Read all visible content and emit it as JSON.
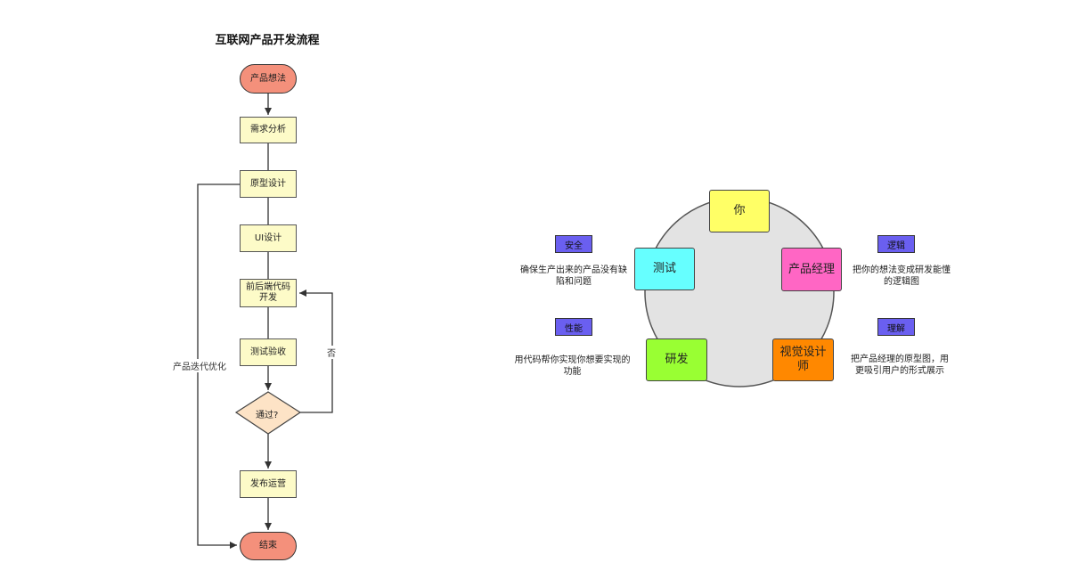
{
  "flowchart": {
    "title": "互联网产品开发流程",
    "nodes": {
      "idea": "产品想法",
      "requirements": "需求分析",
      "prototype": "原型设计",
      "ui_design": "UI设计",
      "dev_line1": "前后端代码",
      "dev_line2": "开发",
      "test": "测试验收",
      "pass": "通过?",
      "release": "发布运营",
      "end": "结束"
    },
    "edge_labels": {
      "no": "否",
      "iterate": "产品迭代优化"
    },
    "colors": {
      "terminal": "#f4907b",
      "process": "#fdfbc8",
      "decision": "#fde3c6"
    }
  },
  "roles": {
    "you": {
      "label": "你",
      "color": "#ffff66"
    },
    "pm": {
      "label": "产品经理",
      "color": "#ff66c4"
    },
    "designer": {
      "line1": "视觉设计",
      "line2": "师",
      "color": "#ff8800"
    },
    "dev": {
      "label": "研发",
      "color": "#99ff33"
    },
    "qa": {
      "label": "测试",
      "color": "#66ffff"
    },
    "circle_color": "#e3e3e3"
  },
  "tags": {
    "security": "安全",
    "performance": "性能",
    "logic": "逻辑",
    "understanding": "理解",
    "color": "#6a5ff0"
  },
  "descriptions": {
    "security_line1": "确保生产出来的产品没有缺",
    "security_line2": "陷和问题",
    "performance_line1": "用代码帮你实现你想要实现的",
    "performance_line2": "功能",
    "logic_line1": "把你的想法变成研发能懂",
    "logic_line2": "的逻辑图",
    "understanding_line1": "把产品经理的原型图，用",
    "understanding_line2": "更吸引用户的形式展示"
  }
}
